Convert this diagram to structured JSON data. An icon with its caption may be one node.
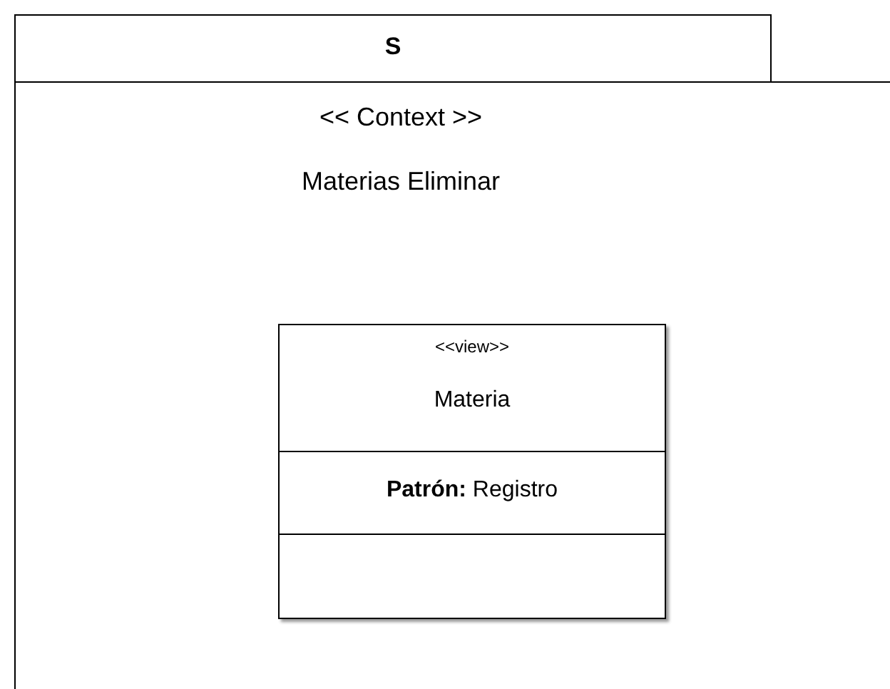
{
  "diagram": {
    "nodes": [
      {
        "text": [
          "S",
          "<< Context >>",
          "Materias Eliminar"
        ]
      },
      {
        "text": [
          "<<view>>",
          "Materia",
          "**Patrón:** Registro"
        ],
        "in": 0
      }
    ]
  }
}
